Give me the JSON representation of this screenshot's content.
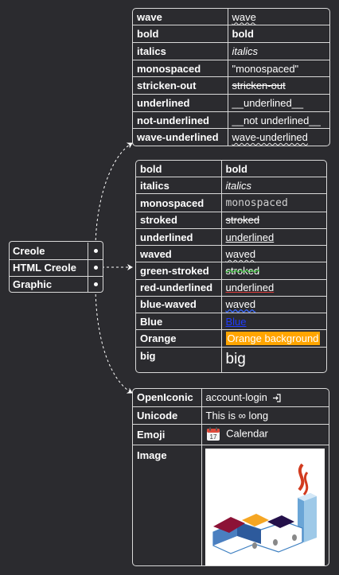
{
  "node": {
    "rows": [
      "Creole",
      "HTML Creole",
      "Graphic"
    ]
  },
  "creole": {
    "rows": [
      {
        "key": "wave",
        "value": "wave",
        "style": "wavy"
      },
      {
        "key": "bold",
        "value": "bold",
        "style": "bold"
      },
      {
        "key": "italics",
        "value": "italics",
        "style": "italic"
      },
      {
        "key": "monospaced",
        "value": "\"monospaced\"",
        "style": "plain"
      },
      {
        "key": "stricken-out",
        "value": "stricken-out",
        "style": "strike"
      },
      {
        "key": "underlined",
        "value": "__underlined__",
        "style": "plain"
      },
      {
        "key": "not-underlined",
        "value": "__not underlined__",
        "style": "plain"
      },
      {
        "key": "wave-underlined",
        "value": "wave-underlined",
        "style": "wavy"
      }
    ]
  },
  "html_creole": {
    "rows": [
      {
        "key": "bold",
        "value": "bold",
        "style": "bold"
      },
      {
        "key": "italics",
        "value": "italics",
        "style": "italic"
      },
      {
        "key": "monospaced",
        "value": "monospaced",
        "style": "mono"
      },
      {
        "key": "stroked",
        "value": "stroked",
        "style": "strike"
      },
      {
        "key": "underlined",
        "value": "underlined",
        "style": "under"
      },
      {
        "key": "waved",
        "value": "waved",
        "style": "wavy"
      },
      {
        "key": "green-stroked",
        "value": "stroked",
        "style": "green-strike"
      },
      {
        "key": "red-underlined",
        "value": "underlined",
        "style": "red-under"
      },
      {
        "key": "blue-waved",
        "value": "waved",
        "style": "blue-wave"
      },
      {
        "key": "Blue",
        "value": "Blue",
        "style": "blue-text"
      },
      {
        "key": "Orange",
        "value": "Orange background",
        "style": "orange-bg"
      },
      {
        "key": "big",
        "value": "big",
        "style": "big"
      }
    ]
  },
  "graphic": {
    "rows": [
      {
        "key": "OpenIconic",
        "value": "account-login",
        "icon": "account-login-icon"
      },
      {
        "key": "Unicode",
        "value": "This is ∞ long"
      },
      {
        "key": "Emoji",
        "value": "Calendar",
        "icon": "calendar-icon"
      },
      {
        "key": "Image",
        "value": "",
        "icon": "java-logo-image"
      }
    ]
  },
  "colors": {
    "background": "#2b2b2f",
    "border": "#d9d9d9",
    "orange": "#ffa500",
    "blue": "#1f3cff",
    "green": "#3fbf3f",
    "red": "#e23a3a"
  }
}
